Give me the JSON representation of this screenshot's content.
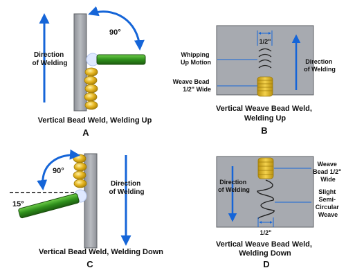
{
  "colors": {
    "arrow_blue": "#1565d8",
    "plate_gray": "#a7aab0",
    "plate_edge": "#5c6066",
    "bead_gold": "#e5b520",
    "bead_edge": "#9c7a0a",
    "electrode_green": "#2f8f1c",
    "arc_glow": "#dfe9ff"
  },
  "panel_a": {
    "angle": "90°",
    "direction": [
      "Direction",
      "of Welding"
    ],
    "caption": "Vertical Bead Weld, Welding Up",
    "letter": "A"
  },
  "panel_b": {
    "width_mark": "1/2\"",
    "whipping": [
      "Whipping",
      "Up Motion"
    ],
    "weave_bead": [
      "Weave Bead",
      "1/2\" Wide"
    ],
    "direction": [
      "Direction",
      "of Welding"
    ],
    "caption": [
      "Vertical Weave Bead Weld,",
      "Welding Up"
    ],
    "letter": "B"
  },
  "panel_c": {
    "angle_top": "90°",
    "angle_side": "15°",
    "direction": [
      "Direction",
      "of Welding"
    ],
    "caption": "Vertical Bead Weld, Welding Down",
    "letter": "C"
  },
  "panel_d": {
    "direction": [
      "Direction",
      "of Welding"
    ],
    "weave_bead": [
      "Weave",
      "Bead 1/2\"",
      "Wide"
    ],
    "semicircular": [
      "Slight",
      "Semi-",
      "Circular",
      "Weave"
    ],
    "width_mark": "1/2\"",
    "caption": [
      "Vertical Weave Bead Weld,",
      "Welding Down"
    ],
    "letter": "D"
  }
}
